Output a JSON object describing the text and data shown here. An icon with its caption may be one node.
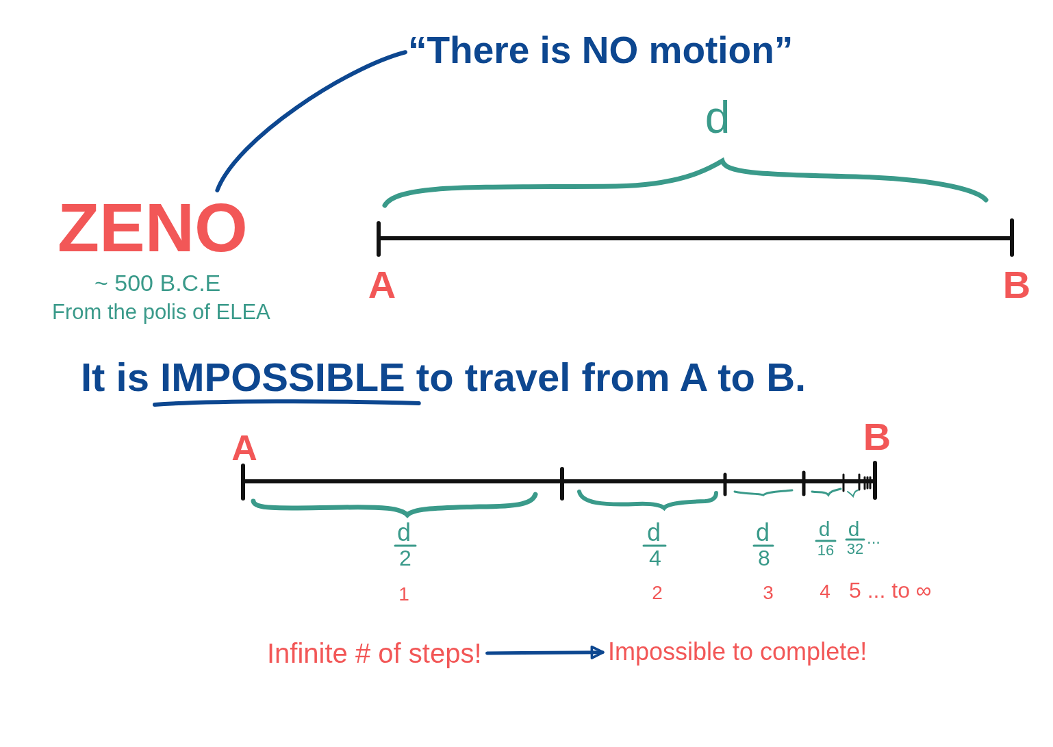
{
  "diagram": {
    "nodes": [
      {
        "text": [
          "ZENO"
        ],
        "beside": [
          "~ 500 B.C.E",
          "From the polis of ELEA"
        ]
      },
      {
        "text": [
          "“There is NO motion”"
        ]
      },
      {
        "text": [
          "Infinite # of steps!"
        ]
      },
      {
        "text": [
          "Impossible to complete!"
        ]
      }
    ],
    "edges": [
      {
        "from": 0,
        "to": 1,
        "arrow": "none"
      },
      {
        "from": 2,
        "to": 3,
        "arrow": "to"
      }
    ],
    "labels": [
      "d",
      "A",
      "B",
      "It is IMPOSSIBLE to travel from A to B.",
      "A",
      "B",
      "d",
      "2",
      "d",
      "4",
      "d",
      "8",
      "d",
      "16",
      "d",
      "32",
      "...",
      "1",
      "2",
      "3",
      "4",
      "5 ... to ∞"
    ]
  }
}
